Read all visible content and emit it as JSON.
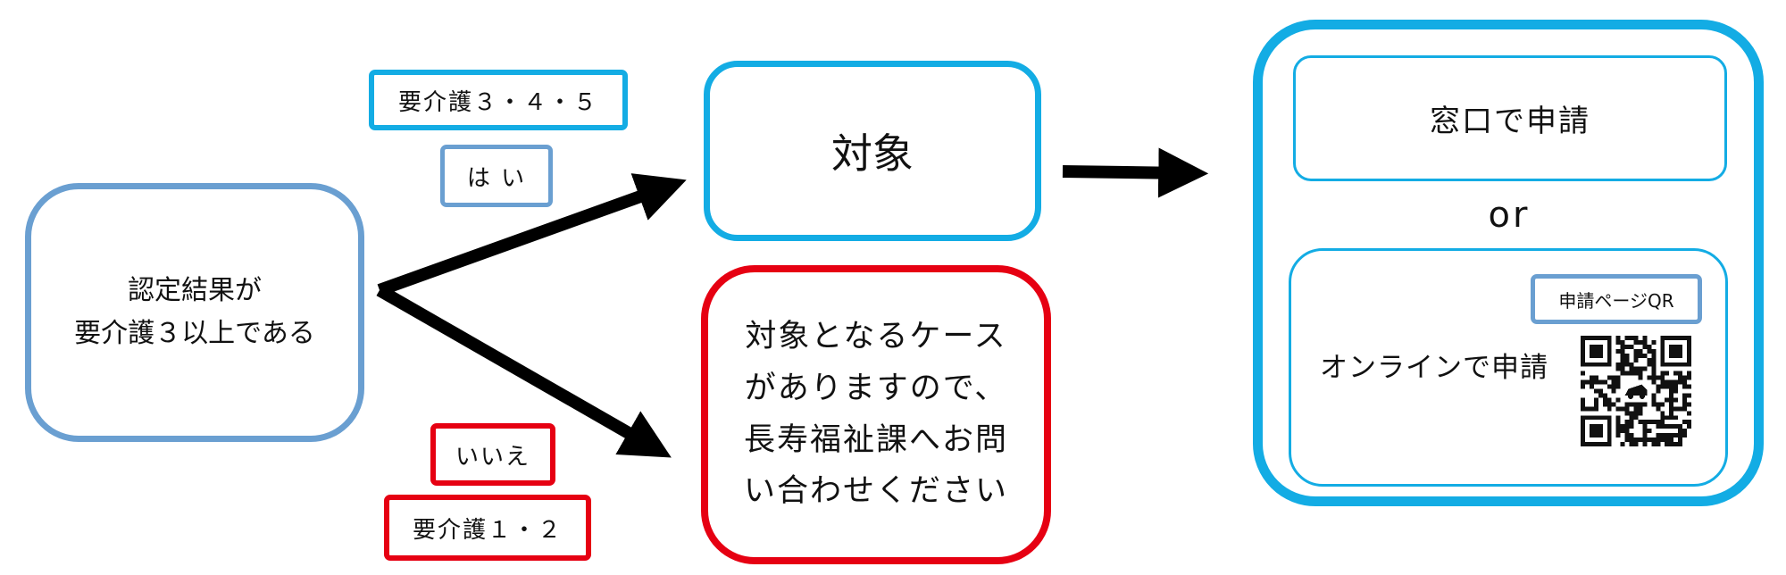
{
  "colors": {
    "steel_blue": "#6a9fd1",
    "cyan": "#13ace4",
    "red": "#e60012",
    "arrow": "#000000"
  },
  "start_box": {
    "line1": "認定結果が",
    "line2": "要介護３以上である"
  },
  "yes_branch": {
    "level_label": "要介護３・４・５",
    "answer_label": "は い"
  },
  "no_branch": {
    "answer_label": "いいえ",
    "level_label": "要介護１・２"
  },
  "eligible_box": {
    "label": "対象"
  },
  "not_eligible_box": {
    "line1": "対象となるケース",
    "line2": "がありますので、",
    "line3": "長寿福祉課へお問",
    "line4": "い合わせください"
  },
  "application_panel": {
    "counter_option": "窓口で申請",
    "or_text": "or",
    "online_option": "オンラインで申請",
    "qr_badge": "申請ページQR"
  },
  "icons": {
    "qr": "qr-code-icon",
    "arrow": "arrow-right-icon"
  }
}
